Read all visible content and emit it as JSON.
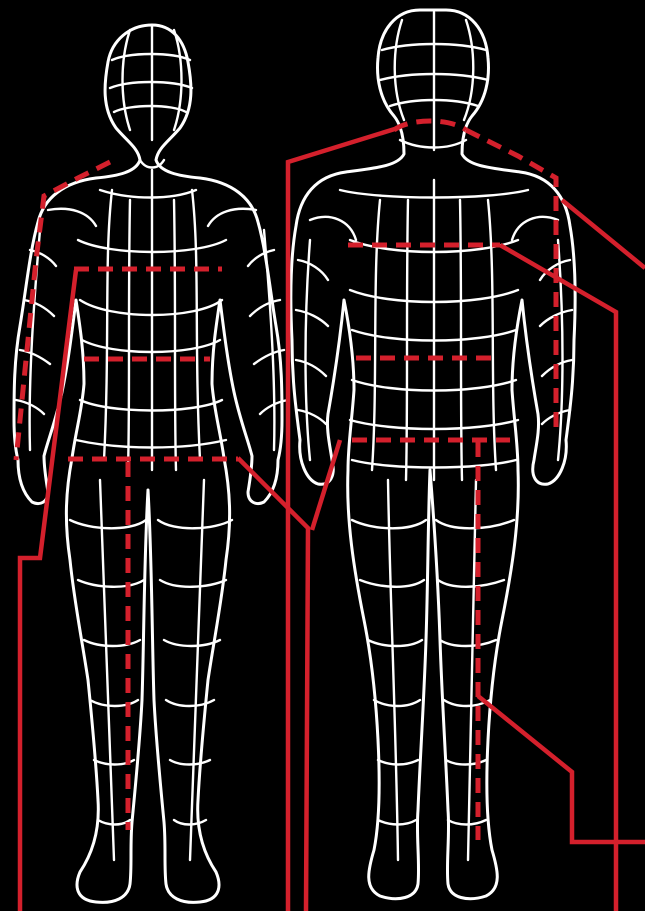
{
  "colors": {
    "background": "#000000",
    "mesh": "#ffffff",
    "accent": "#d4202c"
  },
  "figures": [
    {
      "name": "female-body-figure"
    },
    {
      "name": "male-body-figure"
    }
  ],
  "measurements": [
    {
      "name": "bust-measurement"
    },
    {
      "name": "waist-measurement"
    },
    {
      "name": "hip-measurement"
    },
    {
      "name": "inseam-measurement"
    },
    {
      "name": "arm-length-measurement"
    },
    {
      "name": "neck-measurement"
    },
    {
      "name": "chest-measurement"
    },
    {
      "name": "shoulder-to-wrist-measurement"
    }
  ]
}
